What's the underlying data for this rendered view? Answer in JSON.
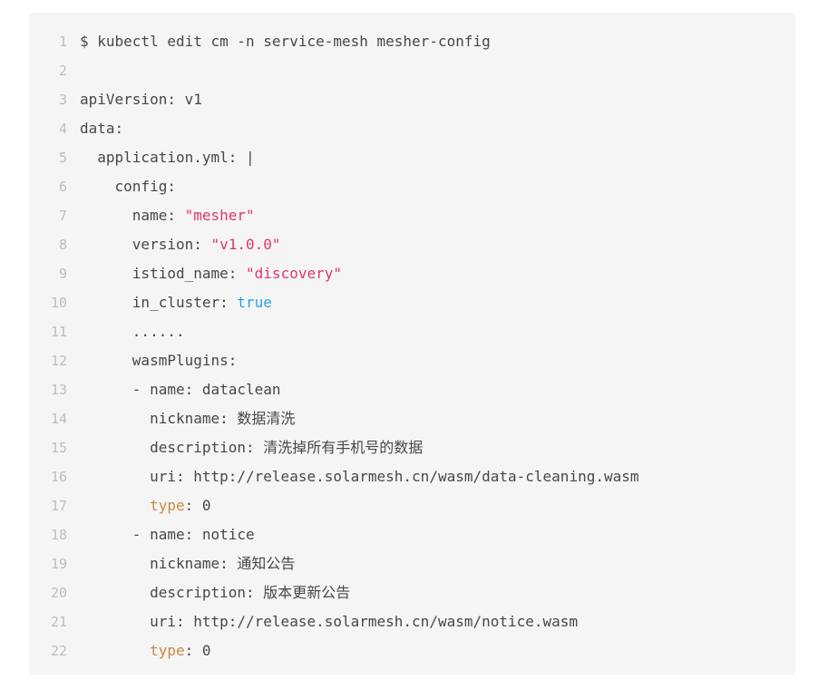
{
  "block": {
    "background_color": "#f5f5f5",
    "page_background_color": "#ffffff",
    "gutter_color": "#bdbdbd",
    "text_color": "#44484d",
    "string_color": "#e0366a",
    "boolean_color": "#2f9fe0",
    "highlight_key_color": "#c8893f",
    "language": "yaml",
    "total_lines": 22
  },
  "lines": [
    {
      "number": "1",
      "tokens": [
        {
          "t": "$ kubectl edit cm -n service-mesh mesher-config",
          "c": "plain"
        }
      ]
    },
    {
      "number": "2",
      "tokens": [
        {
          "t": "",
          "c": "plain"
        }
      ]
    },
    {
      "number": "3",
      "tokens": [
        {
          "t": "apiVersion: v1",
          "c": "plain"
        }
      ]
    },
    {
      "number": "4",
      "tokens": [
        {
          "t": "data:",
          "c": "plain"
        }
      ]
    },
    {
      "number": "5",
      "tokens": [
        {
          "t": "  application.yml: |",
          "c": "plain"
        }
      ]
    },
    {
      "number": "6",
      "tokens": [
        {
          "t": "    config:",
          "c": "plain"
        }
      ]
    },
    {
      "number": "7",
      "tokens": [
        {
          "t": "      name: ",
          "c": "plain"
        },
        {
          "t": "\"mesher\"",
          "c": "string"
        }
      ]
    },
    {
      "number": "8",
      "tokens": [
        {
          "t": "      version: ",
          "c": "plain"
        },
        {
          "t": "\"v1.0.0\"",
          "c": "string"
        }
      ]
    },
    {
      "number": "9",
      "tokens": [
        {
          "t": "      istiod_name: ",
          "c": "plain"
        },
        {
          "t": "\"discovery\"",
          "c": "string"
        }
      ]
    },
    {
      "number": "10",
      "tokens": [
        {
          "t": "      in_cluster: ",
          "c": "plain"
        },
        {
          "t": "true",
          "c": "bool"
        }
      ]
    },
    {
      "number": "11",
      "tokens": [
        {
          "t": "      ......",
          "c": "dots"
        }
      ]
    },
    {
      "number": "12",
      "tokens": [
        {
          "t": "      wasmPlugins:",
          "c": "plain"
        }
      ]
    },
    {
      "number": "13",
      "tokens": [
        {
          "t": "      - name: dataclean",
          "c": "plain"
        }
      ]
    },
    {
      "number": "14",
      "tokens": [
        {
          "t": "        nickname: 数据清洗",
          "c": "plain"
        }
      ]
    },
    {
      "number": "15",
      "tokens": [
        {
          "t": "        description: 清洗掉所有手机号的数据",
          "c": "plain"
        }
      ]
    },
    {
      "number": "16",
      "tokens": [
        {
          "t": "        uri: http://release.solarmesh.cn/wasm/data-cleaning.wasm",
          "c": "plain"
        }
      ]
    },
    {
      "number": "17",
      "tokens": [
        {
          "t": "        ",
          "c": "plain"
        },
        {
          "t": "type",
          "c": "key-hl"
        },
        {
          "t": ": 0",
          "c": "plain"
        }
      ]
    },
    {
      "number": "18",
      "tokens": [
        {
          "t": "      - name: notice",
          "c": "plain"
        }
      ]
    },
    {
      "number": "19",
      "tokens": [
        {
          "t": "        nickname: 通知公告",
          "c": "plain"
        }
      ]
    },
    {
      "number": "20",
      "tokens": [
        {
          "t": "        description: 版本更新公告",
          "c": "plain"
        }
      ]
    },
    {
      "number": "21",
      "tokens": [
        {
          "t": "        uri: http://release.solarmesh.cn/wasm/notice.wasm",
          "c": "plain"
        }
      ]
    },
    {
      "number": "22",
      "tokens": [
        {
          "t": "        ",
          "c": "plain"
        },
        {
          "t": "type",
          "c": "key-hl"
        },
        {
          "t": ": 0",
          "c": "plain"
        }
      ]
    }
  ]
}
